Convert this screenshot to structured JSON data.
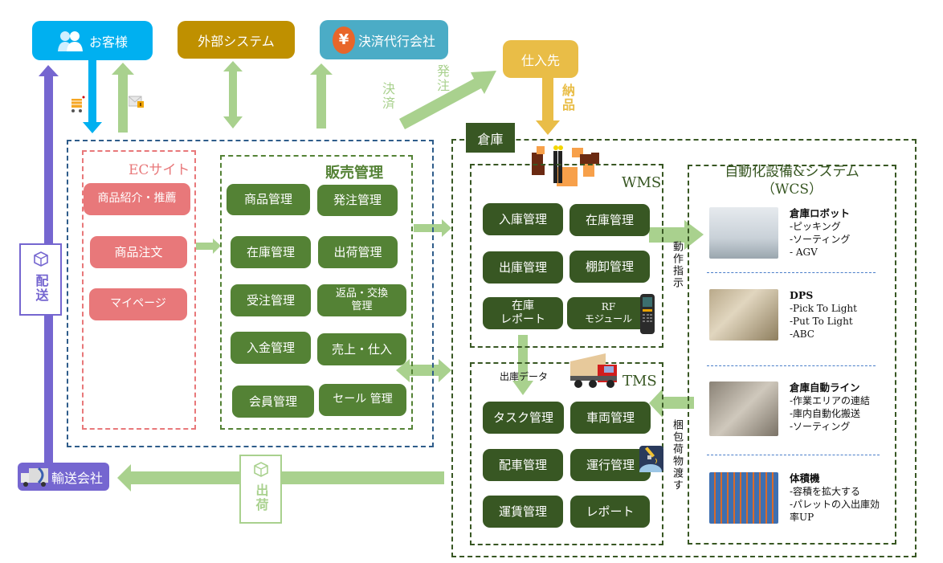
{
  "top": {
    "customer": "お客様",
    "external": "外部システム",
    "payment_agent": "決済代行会社",
    "supplier": "仕入先"
  },
  "flows": {
    "payment": "決済",
    "order_to_supplier": "発注",
    "delivery_in": "納品",
    "delivery_out": "配送",
    "shipping": "出荷",
    "operation_instruction": "動作指示",
    "packed_handover": "梱包荷物渡す",
    "outbound_data": "出庫データ"
  },
  "ec_site": {
    "title": "ECサイト",
    "items": [
      "商品紹介・推薦",
      "商品注文",
      "マイページ"
    ]
  },
  "sales": {
    "title": "販売管理",
    "items": [
      "商品管理",
      "発注管理",
      "在庫管理",
      "出荷管理",
      "受注管理",
      "返品・交換\n管理",
      "入金管理",
      "売上・仕入",
      "会員管理",
      "セール 管理"
    ]
  },
  "warehouse": {
    "label": "倉庫",
    "wms": {
      "title": "WMS",
      "items": [
        "入庫管理",
        "在庫管理",
        "出庫管理",
        "棚卸管理",
        "在庫\nレポート",
        "RF\nモジュール"
      ]
    },
    "tms": {
      "title": "TMS",
      "items": [
        "タスク管理",
        "車両管理",
        "配車管理",
        "運行管理",
        "運賃管理",
        "レポート"
      ]
    }
  },
  "wcs": {
    "title_line1": "自動化設備&システム",
    "title_line2": "（WCS）",
    "items": [
      {
        "name": "倉庫ロボット",
        "lines": [
          "-ピッキング",
          "-ソーティング",
          "- AGV"
        ]
      },
      {
        "name": "DPS",
        "lines": [
          "-Pick To Light",
          "-Put To Light",
          "-ABC"
        ]
      },
      {
        "name": "倉庫自動ライン",
        "lines": [
          "-作業エリアの連結",
          "-庫内自動化搬送",
          "-ソーティング"
        ]
      },
      {
        "name": "体積機",
        "lines": [
          "-容積を拡大する",
          "-パレットの入出庫効",
          "率UP"
        ]
      }
    ]
  },
  "carrier": "輸送会社",
  "colors": {
    "customer": "#00b0f0",
    "external": "#bf9000",
    "payment_agent": "#4bacc6",
    "supplier": "#e9bd47",
    "carrier": "#7566d0",
    "arrow_green": "#a9d18e",
    "ec_red": "#e8787a",
    "sales_green": "#548235",
    "wms_green": "#385723"
  }
}
